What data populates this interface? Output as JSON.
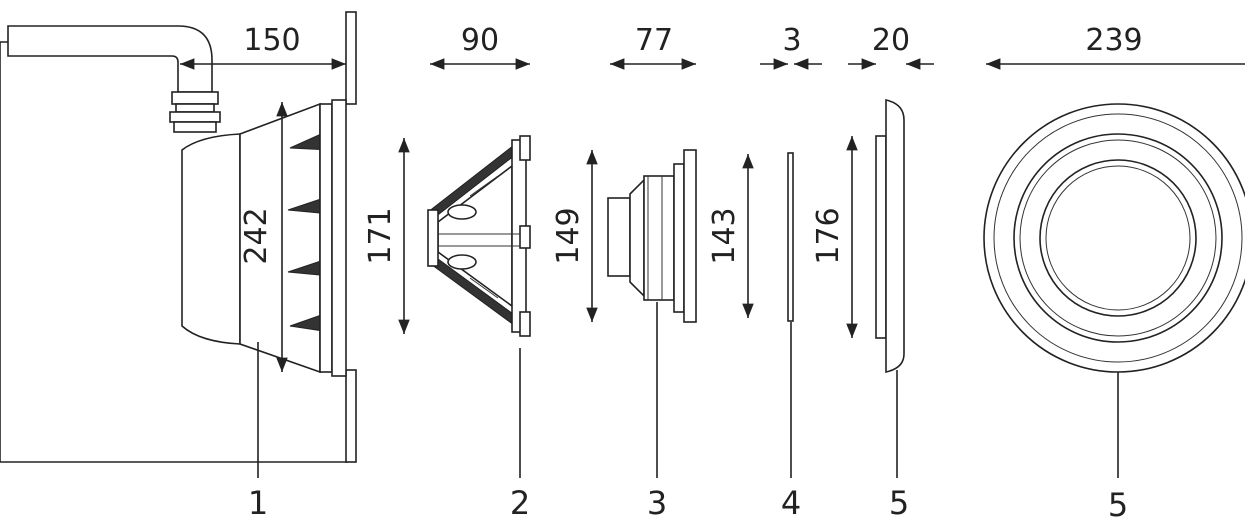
{
  "dimensions": [
    {
      "id": "d150",
      "value": "150"
    },
    {
      "id": "d90",
      "value": "90"
    },
    {
      "id": "d77",
      "value": "77"
    },
    {
      "id": "d3",
      "value": "3"
    },
    {
      "id": "d20",
      "value": "20"
    },
    {
      "id": "d239",
      "value": "239"
    },
    {
      "id": "d242",
      "value": "242"
    },
    {
      "id": "d171",
      "value": "171"
    },
    {
      "id": "d149",
      "value": "149"
    },
    {
      "id": "d143",
      "value": "143"
    },
    {
      "id": "d176",
      "value": "176"
    }
  ],
  "callouts": [
    "1",
    "2",
    "3",
    "4",
    "5",
    "5"
  ]
}
